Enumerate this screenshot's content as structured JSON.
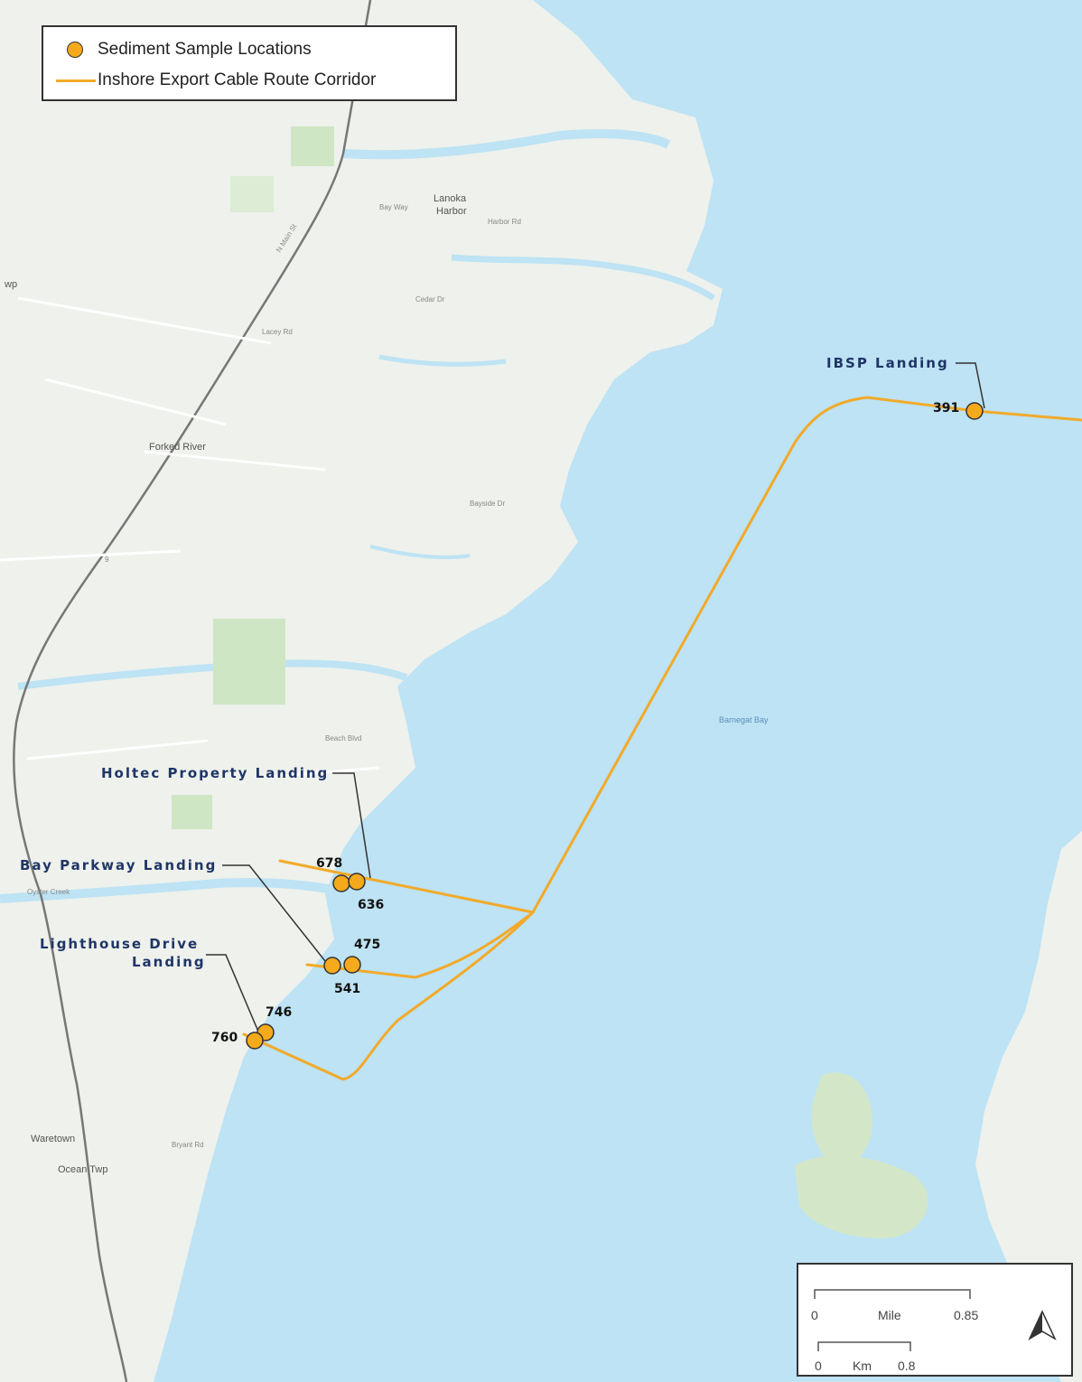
{
  "legend": {
    "sample_label": "Sediment Sample Locations",
    "route_label": "Inshore Export Cable Route Corridor"
  },
  "colors": {
    "water": "#bde3f4",
    "land": "#eef1ec",
    "park": "#cfe6c4",
    "route": "#f2aa2a",
    "sample_fill": "#f5a91c",
    "leader": "#333333",
    "site_label": "#1f3566"
  },
  "site_labels": {
    "ibsp": "IBSP Landing",
    "holtec": "Holtec Property Landing",
    "bay_parkway": "Bay Parkway Landing",
    "lighthouse_1": "Lighthouse Drive",
    "lighthouse_2": "Landing"
  },
  "samples": {
    "s391": "391",
    "s678": "678",
    "s636": "636",
    "s475": "475",
    "s541": "541",
    "s746": "746",
    "s760": "760"
  },
  "places": {
    "lanoka_1": "Lanoka",
    "lanoka_2": "Harbor",
    "forked_river": "Forked River",
    "waretown": "Waretown",
    "ocean_twp": "Ocean Twp",
    "barnegat_bay": "Barnegat Bay",
    "twp": "wp"
  },
  "streets": {
    "n_main": "N Main St",
    "lacey": "Lacey Rd",
    "beach_blvd": "Beach Blvd",
    "bay_way": "Bay Way",
    "harbor_rd": "Harbor Rd",
    "bayside": "Bayside Dr",
    "oyster": "Oyster Creek",
    "bryant": "Bryant Rd",
    "cedar": "Cedar Dr",
    "route_9": "9"
  },
  "scale": {
    "mile_0": "0",
    "mile_unit": "Mile",
    "mile_max": "0.85",
    "km_0": "0",
    "km_unit": "Km",
    "km_max": "0.8"
  },
  "icons": {
    "north_arrow": "north-arrow-icon"
  }
}
